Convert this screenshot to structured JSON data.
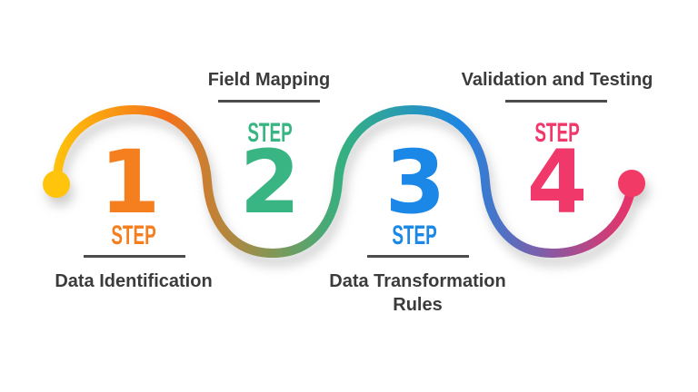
{
  "background_color": "#ffffff",
  "text_color": "#3b3b3b",
  "underline_color": "#4c4c4c",
  "steps": [
    {
      "number": "1",
      "step_word": "STEP",
      "label": "Data Identification",
      "color": "#F57E1E"
    },
    {
      "number": "2",
      "step_word": "STEP",
      "label": "Field Mapping",
      "color": "#39B583"
    },
    {
      "number": "3",
      "step_word": "STEP",
      "label": "Data Transformation Rules",
      "color": "#1B87E6"
    },
    {
      "number": "4",
      "step_word": "STEP",
      "label": "Validation and Testing",
      "color": "#F0386B"
    }
  ],
  "curve": {
    "gradient_stops": [
      "#FFC60B",
      "#F4711B",
      "#35B080",
      "#1E86E2",
      "#EF2F64"
    ],
    "start_dot_color": "#FFC40B",
    "end_dot_color": "#F23A67"
  }
}
